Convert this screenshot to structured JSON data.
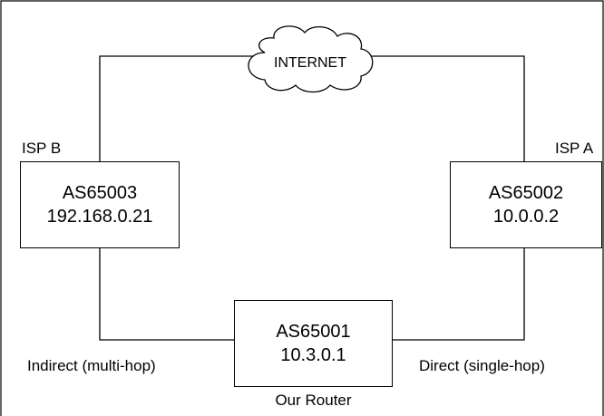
{
  "diagram": {
    "cloud": {
      "label": "INTERNET"
    },
    "isp_b": {
      "label": "ISP B",
      "as_number": "AS65003",
      "ip": "192.168.0.21"
    },
    "isp_a": {
      "label": "ISP A",
      "as_number": "AS65002",
      "ip": "10.0.0.2"
    },
    "our_router": {
      "label": "Our Router",
      "as_number": "AS65001",
      "ip": "10.3.0.1"
    },
    "links": {
      "indirect": "Indirect (multi-hop)",
      "direct": "Direct (single-hop)"
    }
  }
}
